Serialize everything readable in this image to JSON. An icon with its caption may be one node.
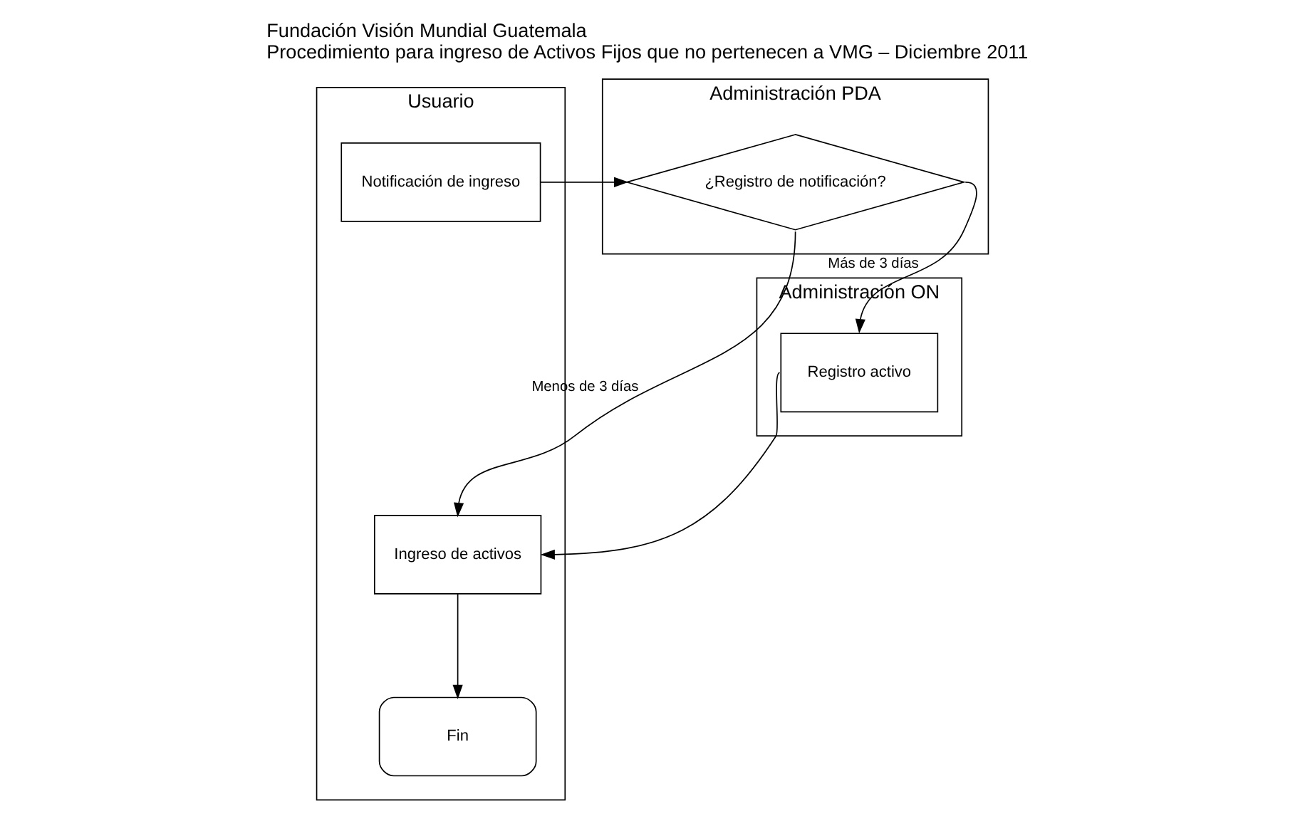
{
  "diagram": {
    "title": "Fundación Visión Mundial Guatemala",
    "caption": "Procedimiento para ingreso de Activos Fijos que no pertenecen a VMG – Diciembre 2011",
    "nodes": [
      {
        "text": [
          "Usuario"
        ]
      },
      {
        "text": [
          "Administración PDA"
        ]
      },
      {
        "text": [
          "Administración ON"
        ]
      },
      {
        "text": [
          "Notificación de ingreso"
        ],
        "in": 0
      },
      {
        "text": [
          "¿Registro de notificación?"
        ],
        "in": 1
      },
      {
        "text": [
          "Ingreso de activos"
        ],
        "in": 0
      },
      {
        "text": [
          "Registro activo"
        ],
        "in": 2
      },
      {
        "text": [
          "Fin"
        ],
        "in": 0
      }
    ],
    "edges": [
      {
        "from": 3,
        "to": 4,
        "arrow": "to"
      },
      {
        "from": 4,
        "to": 6,
        "arrow": "to",
        "label": "Más de 3 días"
      },
      {
        "from": 4,
        "to": 5,
        "arrow": "to",
        "label": "Menos de 3 días"
      },
      {
        "from": 6,
        "to": 5,
        "arrow": "to"
      },
      {
        "from": 5,
        "to": 7,
        "arrow": "to"
      }
    ]
  }
}
